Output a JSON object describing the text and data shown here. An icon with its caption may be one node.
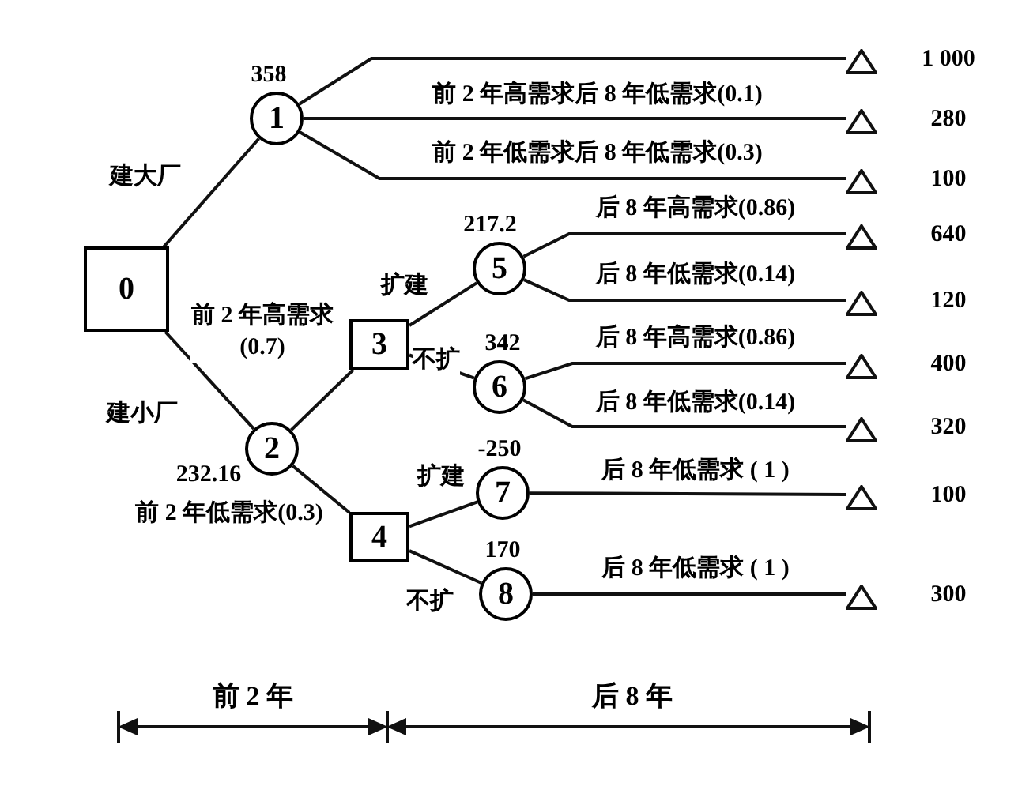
{
  "diagram": {
    "nodes": [
      {
        "text": [
          "0"
        ]
      },
      {
        "text": [
          "1"
        ],
        "beside": [
          "358"
        ]
      },
      {
        "text": [
          "2"
        ],
        "beside": [
          "232.16"
        ]
      },
      {
        "text": [
          "3"
        ]
      },
      {
        "text": [
          "4"
        ]
      },
      {
        "text": [
          "5"
        ],
        "beside": [
          "217.2"
        ]
      },
      {
        "text": [
          "6"
        ],
        "beside": [
          "342"
        ]
      },
      {
        "text": [
          "7"
        ],
        "beside": [
          "-250"
        ]
      },
      {
        "text": [
          "8"
        ],
        "beside": [
          "170"
        ]
      },
      {
        "text": [],
        "shape": "triangle",
        "beside": [
          "1 000"
        ]
      },
      {
        "text": [],
        "shape": "triangle",
        "beside": [
          "280"
        ]
      },
      {
        "text": [],
        "shape": "triangle",
        "beside": [
          "100"
        ]
      },
      {
        "text": [],
        "shape": "triangle",
        "beside": [
          "640"
        ]
      },
      {
        "text": [],
        "shape": "triangle",
        "beside": [
          "120"
        ]
      },
      {
        "text": [],
        "shape": "triangle",
        "beside": [
          "400"
        ]
      },
      {
        "text": [],
        "shape": "triangle",
        "beside": [
          "320"
        ]
      },
      {
        "text": [],
        "shape": "triangle",
        "beside": [
          "100"
        ]
      },
      {
        "text": [],
        "shape": "triangle",
        "beside": [
          "300"
        ]
      }
    ],
    "edges": [
      {
        "from": 0,
        "to": 1,
        "arrow": "none",
        "label": "建大厂"
      },
      {
        "from": 0,
        "to": 2,
        "arrow": "none",
        "label": "建小厂"
      },
      {
        "from": 1,
        "to": 9,
        "arrow": "none"
      },
      {
        "from": 1,
        "to": 10,
        "arrow": "none",
        "label": "前 2 年高需求后 8 年低需求(0.1)"
      },
      {
        "from": 1,
        "to": 11,
        "arrow": "none",
        "label": "前 2 年低需求后 8 年低需求(0.3)"
      },
      {
        "from": 2,
        "to": 3,
        "arrow": "none",
        "label": "前 2 年高需求(0.7)"
      },
      {
        "from": 2,
        "to": 4,
        "arrow": "none",
        "label": "前 2 年低需求(0.3)"
      },
      {
        "from": 3,
        "to": 5,
        "arrow": "none",
        "label": "扩建"
      },
      {
        "from": 3,
        "to": 6,
        "arrow": "none",
        "label": "不扩"
      },
      {
        "from": 4,
        "to": 7,
        "arrow": "none",
        "label": "扩建"
      },
      {
        "from": 4,
        "to": 8,
        "arrow": "none",
        "label": "不扩"
      },
      {
        "from": 5,
        "to": 12,
        "arrow": "none",
        "label": "后 8 年高需求(0.86)"
      },
      {
        "from": 5,
        "to": 13,
        "arrow": "none",
        "label": "后 8 年低需求(0.14)"
      },
      {
        "from": 6,
        "to": 14,
        "arrow": "none",
        "label": "后 8 年高需求(0.86)"
      },
      {
        "from": 6,
        "to": 15,
        "arrow": "none",
        "label": "后 8 年低需求(0.14)"
      },
      {
        "from": 7,
        "to": 16,
        "arrow": "none",
        "label": "后 8 年低需求 ( 1 )"
      },
      {
        "from": 8,
        "to": 17,
        "arrow": "none",
        "label": "后 8 年低需求 ( 1 )"
      }
    ],
    "labels": [
      "前 2 年",
      "后 8 年"
    ]
  }
}
